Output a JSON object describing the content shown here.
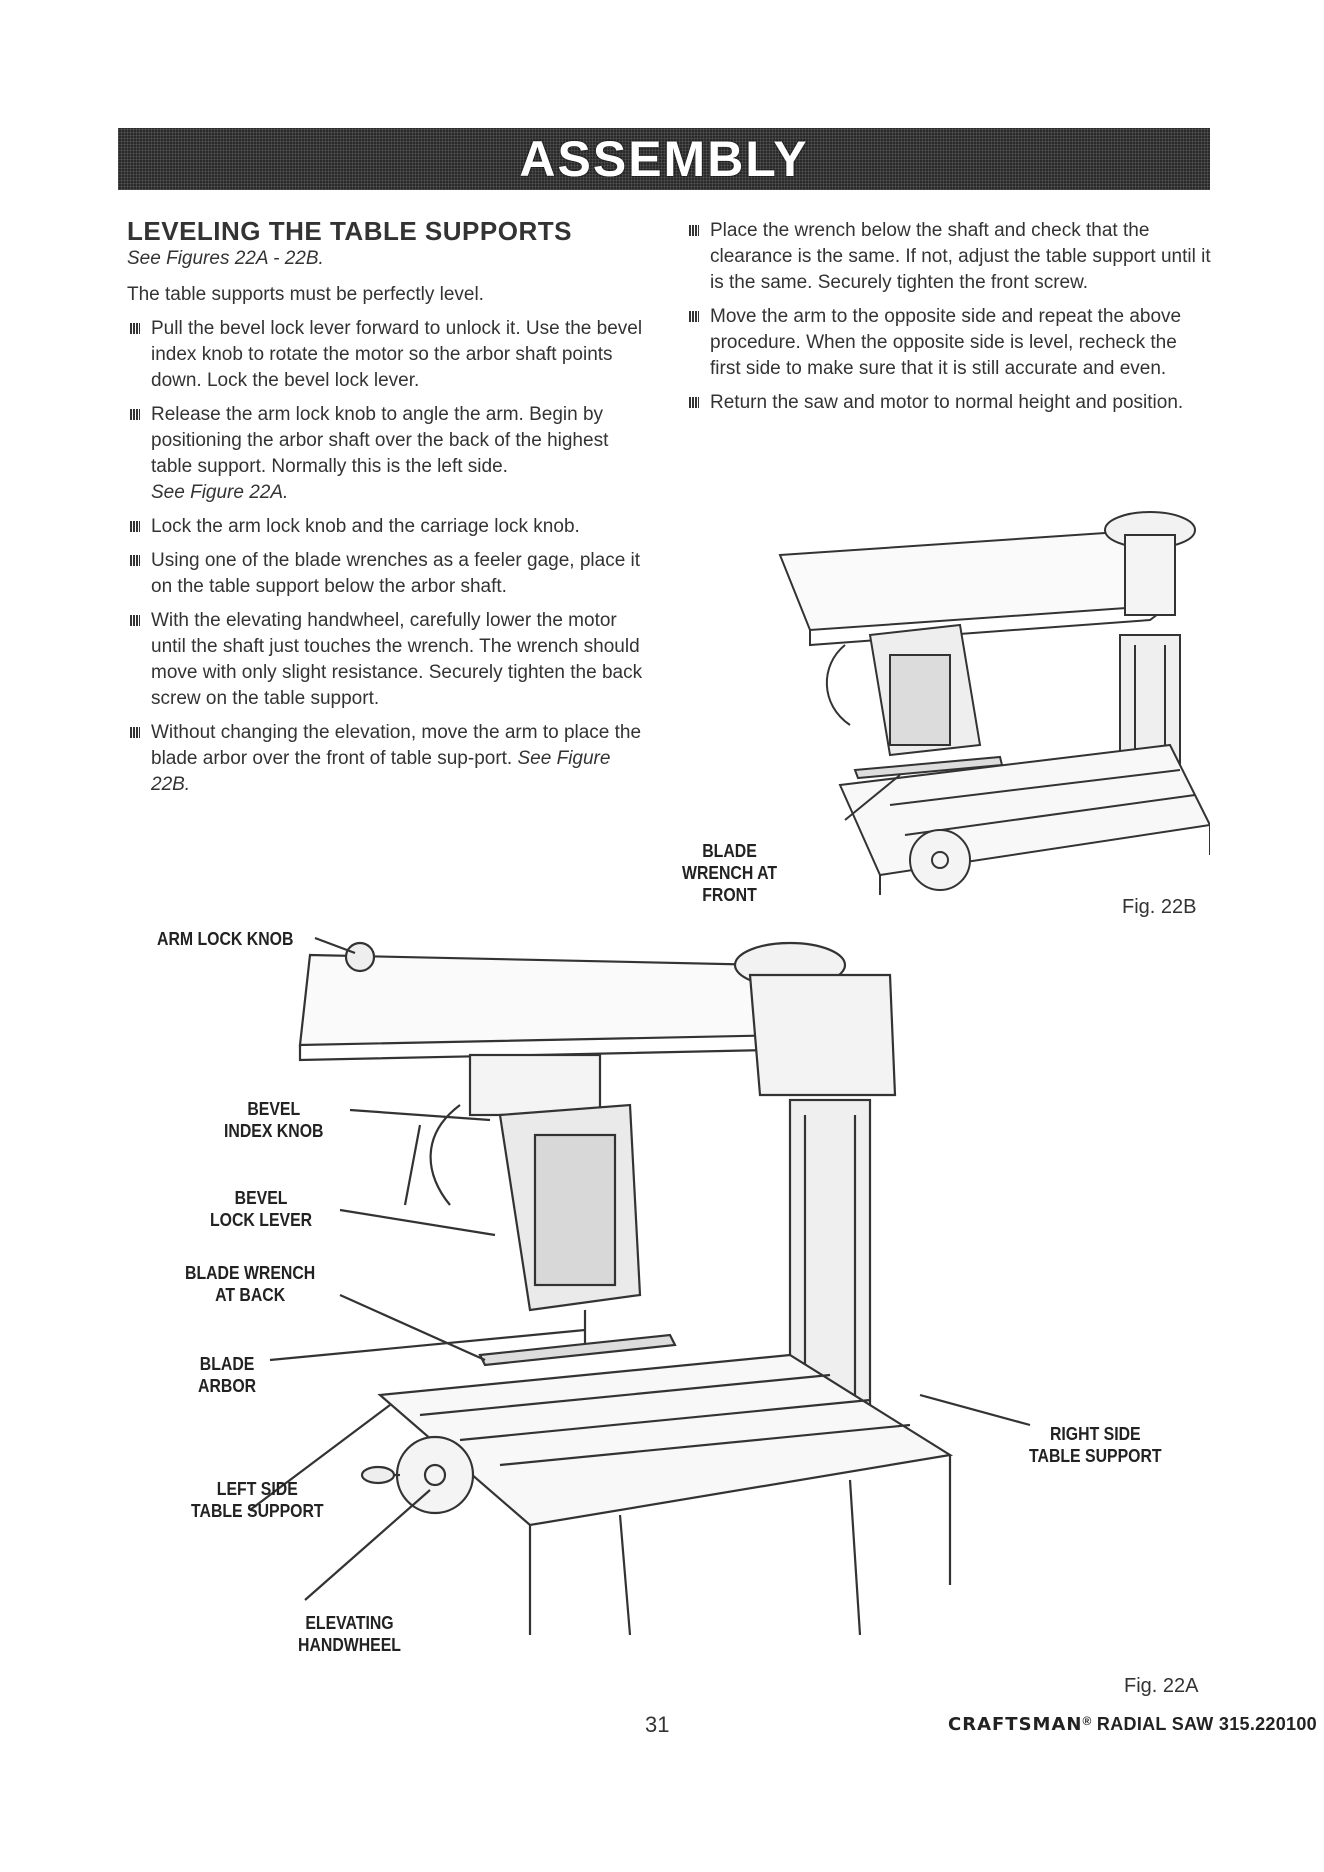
{
  "banner": {
    "title": "ASSEMBLY"
  },
  "left_column": {
    "section_title": "LEVELING THE TABLE SUPPORTS",
    "see_figures": "See Figures 22A - 22B.",
    "intro": "The table supports must be perfectly level.",
    "bullets": [
      "Pull the bevel lock lever forward to unlock it. Use the bevel index knob to rotate the motor so the arbor shaft points down. Lock the bevel lock lever.",
      "Release the arm lock knob to angle the arm. Begin by positioning the arbor shaft over the back of the highest table support. Normally this is the left side.",
      "Lock the arm lock knob and the carriage lock knob.",
      "Using one of the blade wrenches as a feeler gage, place it on the table support below the arbor shaft.",
      "With the elevating handwheel, carefully lower the motor until the shaft just touches the wrench. The wrench should move with only slight resistance. Securely tighten the back screw on the table support.",
      "Without changing the elevation, move the arm to place the blade arbor over the front of table sup-port."
    ],
    "bullet2_ref": "See Figure 22A.",
    "bullet6_ref": "See Figure 22B."
  },
  "right_column": {
    "bullets": [
      "Place the wrench below the shaft and check that the clearance is the same. If not, adjust the table support until it is the same. Securely tighten the front screw.",
      "Move the arm to the opposite side and repeat the above procedure. When the opposite side is level, recheck the first side to make sure that it is still accurate and even.",
      "Return the saw and motor to normal height and position."
    ]
  },
  "fig22b": {
    "caption": "Fig. 22B",
    "label_blade_wrench_line1": "BLADE",
    "label_blade_wrench_line2": "WRENCH AT",
    "label_blade_wrench_line3": "FRONT"
  },
  "fig22a": {
    "caption": "Fig. 22A",
    "labels": {
      "arm_lock_knob": "ARM LOCK KNOB",
      "bevel_index_knob_1": "BEVEL",
      "bevel_index_knob_2": "INDEX KNOB",
      "bevel_lock_lever_1": "BEVEL",
      "bevel_lock_lever_2": "LOCK LEVER",
      "blade_wrench_back_1": "BLADE WRENCH",
      "blade_wrench_back_2": "AT BACK",
      "blade_arbor_1": "BLADE",
      "blade_arbor_2": "ARBOR",
      "left_side_1": "LEFT SIDE",
      "left_side_2": "TABLE SUPPORT",
      "elevating_1": "ELEVATING",
      "elevating_2": "HANDWHEEL",
      "right_side_1": "RIGHT SIDE",
      "right_side_2": "TABLE SUPPORT"
    }
  },
  "footer": {
    "page_number": "31",
    "brand": "CRAFTSMAN",
    "reg": "®",
    "model": "RADIAL SAW 315.220100"
  }
}
